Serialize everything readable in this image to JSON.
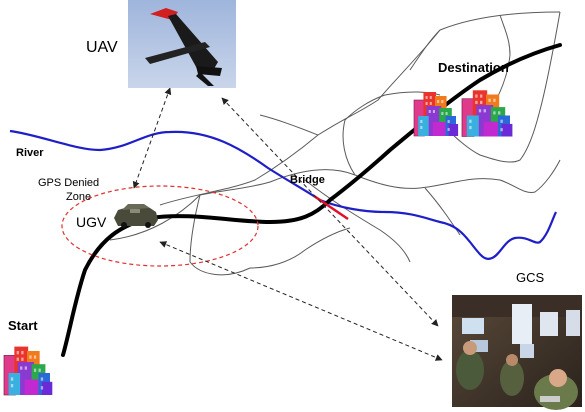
{
  "labels": {
    "uav": "UAV",
    "destination": "Destination",
    "river": "River",
    "bridge": "Bridge",
    "gps_line1": "GPS Denied",
    "gps_line2": "Zone",
    "ugv": "UGV",
    "gcs": "GCS",
    "start": "Start"
  },
  "colors": {
    "river": "#1f1fc8",
    "route": "#000000",
    "bridge": "#e0102a",
    "gps_zone": "#e03030",
    "roads": "#5a5a5a",
    "comm_links": "#222222"
  },
  "icons": {
    "uav": "uav-aircraft-photo",
    "ugv": "ugv-vehicle-photo",
    "gcs": "ground-control-station-photo",
    "buildings": "colorful-buildings-icon"
  }
}
